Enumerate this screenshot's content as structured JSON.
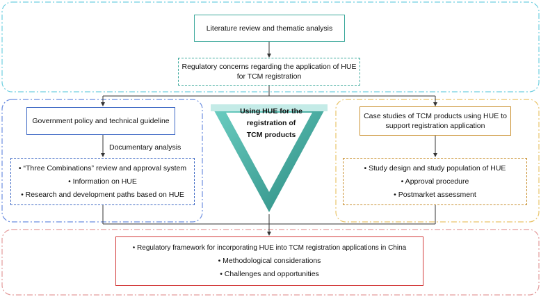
{
  "top": {
    "literature_review": "Literature review and thematic analysis",
    "regulatory_concerns_line1": "Regulatory concerns regarding the application of HUE",
    "regulatory_concerns_line2": "for TCM registration"
  },
  "left": {
    "policy_title": "Government policy and technical guideline",
    "documentary_analysis": "Documentary analysis",
    "items": [
      "•  “Three Combinations”  review and approval system",
      "• Information on HUE",
      "• Research and development paths based on HUE"
    ]
  },
  "center": {
    "line1": "Using HUE for the",
    "line2": "registration of",
    "line3": "TCM products"
  },
  "right": {
    "case_line1": "Case studies of TCM products using HUE to",
    "case_line2": "support registration application",
    "items": [
      "• Study design and study population of HUE",
      "• Approval procedure",
      "• Postmarket assessment"
    ]
  },
  "bottom": {
    "items": [
      "• Regulatory framework for incorporating HUE into TCM registration applications in China",
      "• Methodological considerations",
      "• Challenges and opportunities"
    ]
  },
  "colors": {
    "teal": "#3aa89b",
    "blue": "#3d68c4",
    "gold": "#c9902f",
    "red": "#d23a3a",
    "triangle_dark": "#2e8f85",
    "triangle_light": "#bfe8e4"
  }
}
